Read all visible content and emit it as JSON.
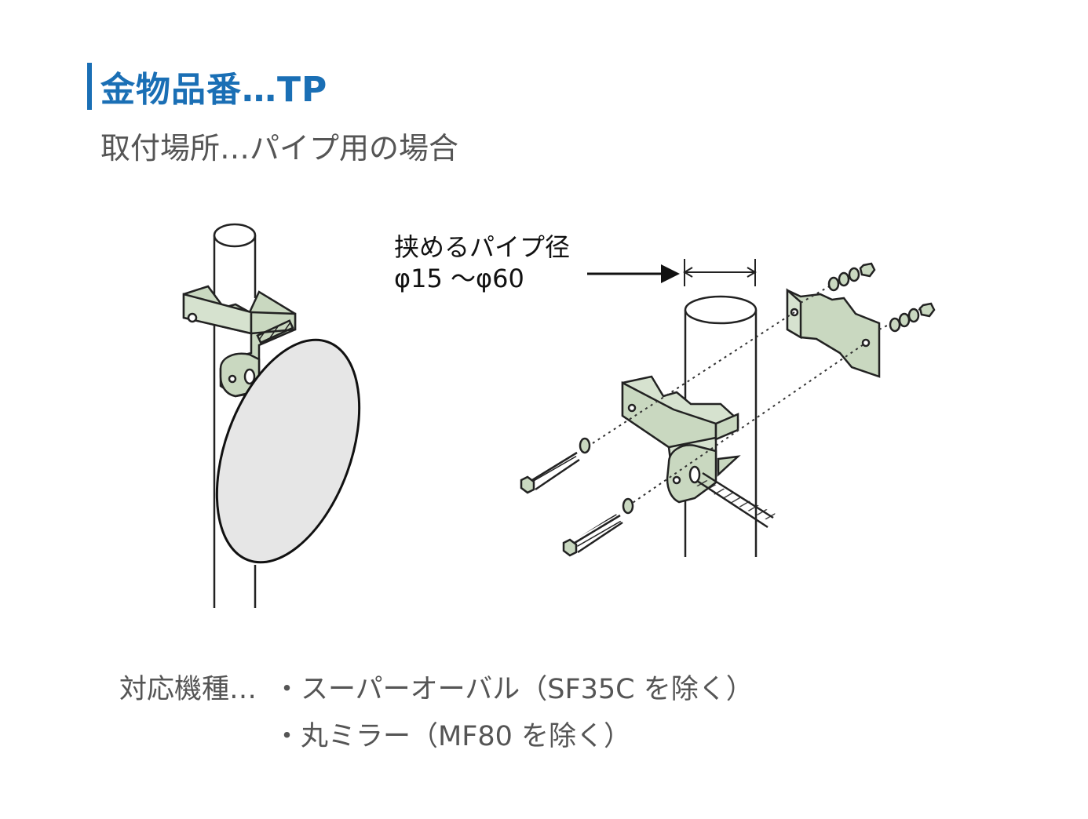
{
  "header": {
    "title": "金物品番…TP",
    "subtitle": "取付場所…パイプ用の場合",
    "accent_color": "#1a6fb5"
  },
  "diagram": {
    "dimension_label_line1": "挟めるパイプ径",
    "dimension_label_line2": "φ15 ～φ60",
    "bracket_color": "#c9d8c0",
    "mirror_color": "#e6e6e6"
  },
  "compatibility": {
    "label": "対応機種…",
    "items": [
      "・スーパーオーバル（SF35C を除く）",
      "・丸ミラー（MF80 を除く）"
    ]
  }
}
